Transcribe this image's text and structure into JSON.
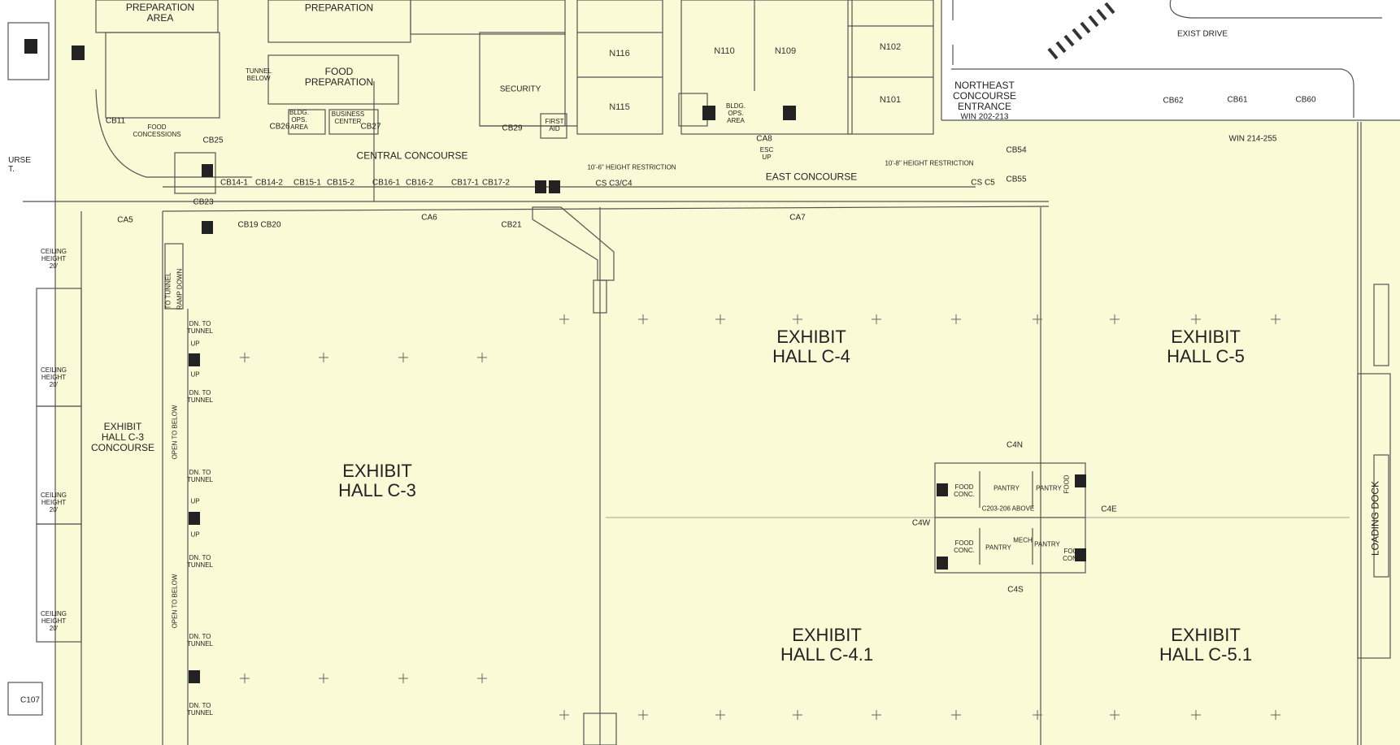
{
  "map": {
    "halls": [
      {
        "id": "c3",
        "line1": "EXHIBIT",
        "line2": "HALL C-3"
      },
      {
        "id": "c4",
        "line1": "EXHIBIT",
        "line2": "HALL C-4"
      },
      {
        "id": "c5",
        "line1": "EXHIBIT",
        "line2": "HALL C-5"
      },
      {
        "id": "c41",
        "line1": "EXHIBIT",
        "line2": "HALL C-4.1"
      },
      {
        "id": "c51",
        "line1": "EXHIBIT",
        "line2": "HALL C-5.1"
      }
    ],
    "areas": {
      "c3_concourse": [
        "EXHIBIT",
        "HALL C-3",
        "CONCOURSE"
      ],
      "central_concourse": "CENTRAL CONCOURSE",
      "east_concourse": "EAST CONCOURSE",
      "ne_entrance": [
        "NORTHEAST",
        "CONCOURSE",
        "ENTRANCE"
      ],
      "exist_drive": "EXIST DRIVE",
      "loading_dock": "LOADING DOCK",
      "food_prep_1": [
        "FOOD",
        "PREPARATION"
      ],
      "prep_area": [
        "PREPARATION",
        "AREA"
      ],
      "prep_top": "PREPARATION",
      "security": "SECURITY",
      "first_aid": [
        "FIRST",
        "AID"
      ],
      "business_center": [
        "BUSINESS",
        "CENTER"
      ],
      "bldg_ops": [
        "BLDG.",
        "OPS.",
        "AREA"
      ],
      "food_concessions": [
        "FOOD",
        "CONCESSIONS"
      ],
      "tunnel_below": [
        "TUNNEL",
        "BELOW"
      ],
      "urse": [
        "URSE",
        "T."
      ],
      "height_1": "10'-6\" HEIGHT RESTRICTION",
      "height_2": "10'-8\" HEIGHT RESTRICTION",
      "win1": "WIN 202-213",
      "win2": "WIN 214-255",
      "to_tunnel": "TO TUNNEL",
      "ramp_down": "RAMP DOWN",
      "open_below_1": "OPEN TO BELOW",
      "open_below_2": "OPEN TO BELOW",
      "esc_up": [
        "ESC",
        "UP"
      ],
      "ceiling": [
        "CEILING",
        "HEIGHT",
        "20'"
      ],
      "c203": "C203-206 ABOVE",
      "food_conc": [
        "FOOD",
        "CONC."
      ],
      "pantry": "PANTRY",
      "mech": "MECH",
      "dn_tunnel": [
        "DN. TO",
        "TUNNEL"
      ],
      "up": "UP"
    },
    "rooms": [
      "N116",
      "N115",
      "N110",
      "N109",
      "N102",
      "N101",
      "C107"
    ],
    "codes": [
      "CB11",
      "CB25",
      "CB26",
      "CB27",
      "CB29",
      "CB23",
      "CB14-1",
      "CB14-2",
      "CB15-1",
      "CB15-2",
      "CB16-1",
      "CB16-2",
      "CB17-1",
      "CB17-2",
      "CB19",
      "CB20",
      "CB21",
      "CA5",
      "CA6",
      "CA7",
      "CA8",
      "CS C3/C4",
      "CS C5",
      "CB54",
      "CB55",
      "CB62",
      "CB61",
      "CB60",
      "C4N",
      "C4S",
      "C4E",
      "C4W"
    ],
    "colors": {
      "floor": "#fbfad6",
      "line": "#555555",
      "exterior": "#ffffff"
    }
  }
}
